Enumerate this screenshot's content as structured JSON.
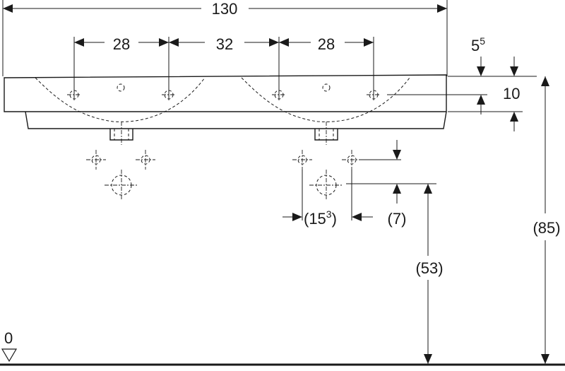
{
  "dimensions": {
    "overall_width": "130",
    "hole_spacing_left": "28",
    "hole_spacing_middle": "32",
    "hole_spacing_right": "28",
    "rim_offset_base": "5",
    "rim_offset_sup": "5",
    "basin_thickness": "10",
    "overall_height": "(85)",
    "drain_height": "(53)",
    "drain_spacing_open": "(15",
    "drain_spacing_sup": "3",
    "drain_spacing_close": ")",
    "drain_offset": "(7)",
    "floor_level": "0"
  }
}
